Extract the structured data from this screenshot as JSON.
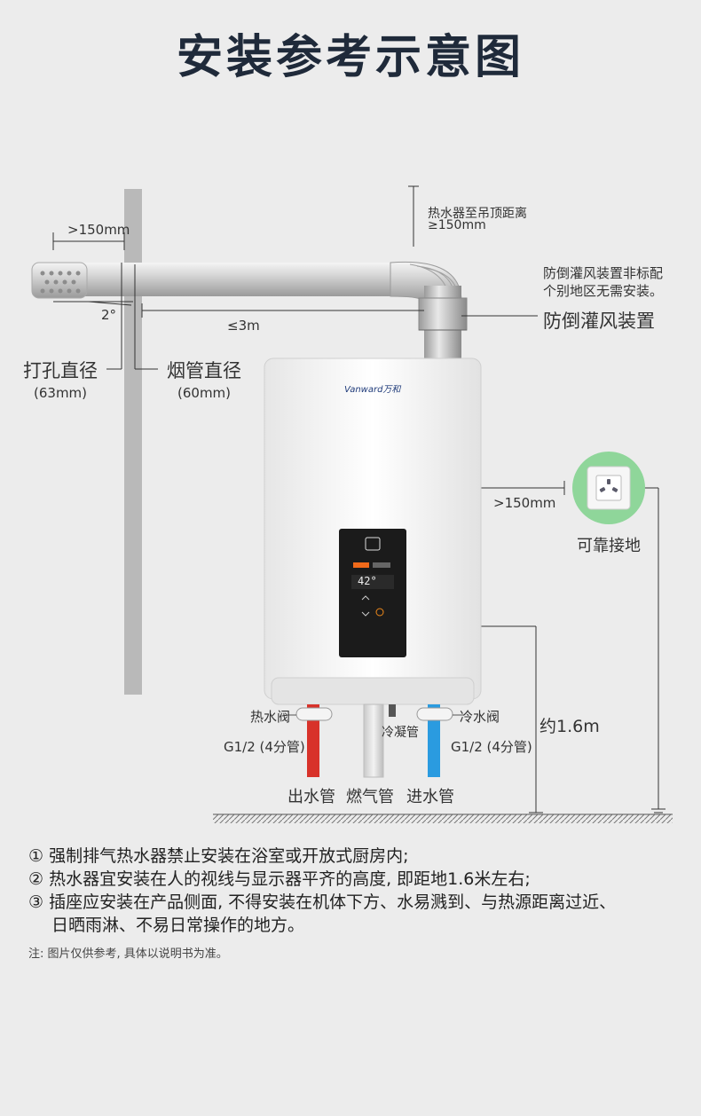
{
  "title": "安装参考示意图",
  "labels": {
    "wall_gap": ">150mm",
    "angle": "2°",
    "pipe_length": "≤3m",
    "ceiling_gap_line1": "热水器至吊顶距离",
    "ceiling_gap_line2": "≥150mm",
    "anti_backdraft_note_line1": "防倒灌风装置非标配",
    "anti_backdraft_note_line2": "个别地区无需安装。",
    "anti_backdraft": "防倒灌风装置",
    "hole_diameter": "打孔直径",
    "hole_diameter_value": "(63mm)",
    "flue_diameter": "烟管直径",
    "flue_diameter_value": "(60mm)",
    "brand": "Vanward万和",
    "socket_gap": ">150mm",
    "socket": "可靠接地",
    "hot_valve": "热水阀",
    "cold_valve": "冷水阀",
    "condensate": "冷凝管",
    "hot_spec": "G1/2 (4分管)",
    "cold_spec": "G1/2 (4分管)",
    "height": "约1.6m",
    "outlet_pipe": "出水管",
    "gas_pipe": "燃气管",
    "inlet_pipe": "进水管",
    "display_temp": "42°"
  },
  "notes": [
    "① 强制排气热水器禁止安装在浴室或开放式厨房内;",
    "② 热水器宜安装在人的视线与显示器平齐的高度, 即距地1.6米左右;",
    "③ 插座应安装在产品侧面, 不得安装在机体下方、水易溅到、与热源距离过近、",
    "日晒雨淋、不易日常操作的地方。"
  ],
  "footnote": "注: 图片仅供参考, 具体以说明书为准。",
  "colors": {
    "title": "#1f2a3a",
    "hot_pipe": "#d8322a",
    "cold_pipe": "#2a9be0",
    "socket_green": "#8fd69a"
  }
}
